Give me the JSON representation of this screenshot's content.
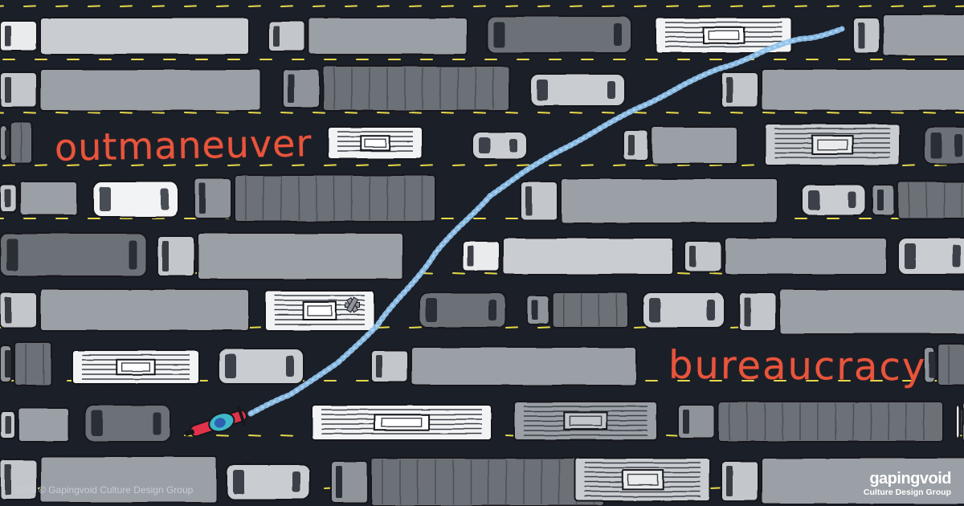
{
  "headline": {
    "left_word": "outmaneuver",
    "right_word": "bureaucracy"
  },
  "footer": {
    "copyright": "2024 © Gapingvoid Culture Design Group",
    "brand_name": "gapingvoid",
    "brand_tagline": "Culture Design Group"
  },
  "colors": {
    "road": "#1b1f28",
    "lane_marking": "#e6d84a",
    "headline_text": "#e8553c",
    "exhaust_trail": "#8fc3ec",
    "motorcycle": "#e2324a",
    "rider_helmet": "#3fb8c9"
  },
  "icons": {
    "vehicles": "truck-icon",
    "motorcycle": "motorcycle-icon",
    "ambulance_mark": "asterisk-icon"
  }
}
